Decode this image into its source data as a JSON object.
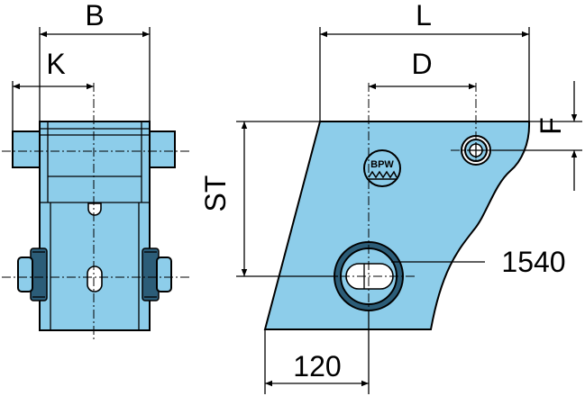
{
  "colors": {
    "part_fill": "#8dcdea",
    "line": "#000000",
    "background": "#ffffff"
  },
  "side_view": {
    "dim_B": "B",
    "dim_K": "K"
  },
  "front_view": {
    "dim_L": "L",
    "dim_D": "D",
    "dim_F": "F",
    "dim_ST": "ST",
    "dim_120": "120",
    "callout_1540": "1540",
    "logo_text": "BPW"
  }
}
